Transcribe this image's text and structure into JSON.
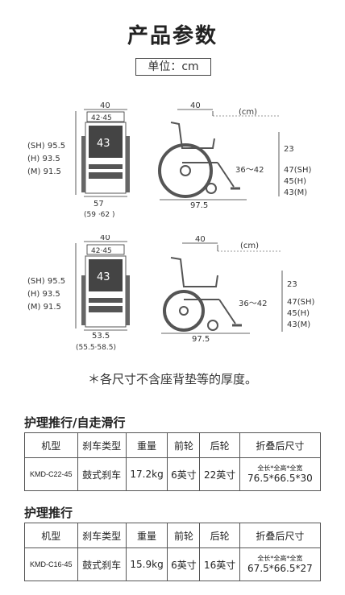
{
  "page_title": "产品参数",
  "unit_label": "单位：cm",
  "diagram1": {
    "front": {
      "width_top": "40",
      "width_sub": "42·45",
      "seat": "43",
      "h1": "(SH) 95.5",
      "h2": "(H)  93.5",
      "h3": "(M)  91.5",
      "bottom": "57",
      "bottom_sub": "(59 ·62 )"
    },
    "side": {
      "top": "40",
      "unit": "(cm)",
      "armrest": "23",
      "seat_range": "36～42",
      "sh": "47(SH)",
      "h": "45(H)",
      "m": "43(M)",
      "length": "97.5"
    }
  },
  "diagram2": {
    "front": {
      "width_top": "40",
      "width_sub": "42·45",
      "seat": "43",
      "h1": "(SH) 95.5",
      "h2": "(H)  93.5",
      "h3": "(M)  91.5",
      "bottom": "53.5",
      "bottom_sub": "(55.5·58.5)"
    },
    "side": {
      "top": "40",
      "unit": "(cm)",
      "armrest": "23",
      "seat_range": "36～42",
      "sh": "47(SH)",
      "h": "45(H)",
      "m": "43(M)",
      "length": "97.5"
    }
  },
  "note": "＊各尺寸不含座背垫等的厚度。",
  "table_headers": [
    "机型",
    "刹车类型",
    "重量",
    "前轮",
    "后轮",
    "折叠后尺寸"
  ],
  "sections": [
    {
      "title": "护理推行/自走滑行",
      "row": {
        "model": "KMD-C22-45",
        "brake": "鼓式刹车",
        "weight": "17.2kg",
        "front": "6英寸",
        "rear": "22英寸",
        "fold_label": "全长*全高*全宽",
        "fold_value": "76.5*66.5*30"
      }
    },
    {
      "title": "护理推行",
      "row": {
        "model": "KMD-C16-45",
        "brake": "鼓式刹车",
        "weight": "15.9kg",
        "front": "6英寸",
        "rear": "16英寸",
        "fold_label": "全长*全高*全宽",
        "fold_value": "67.5*66.5*27"
      }
    }
  ]
}
